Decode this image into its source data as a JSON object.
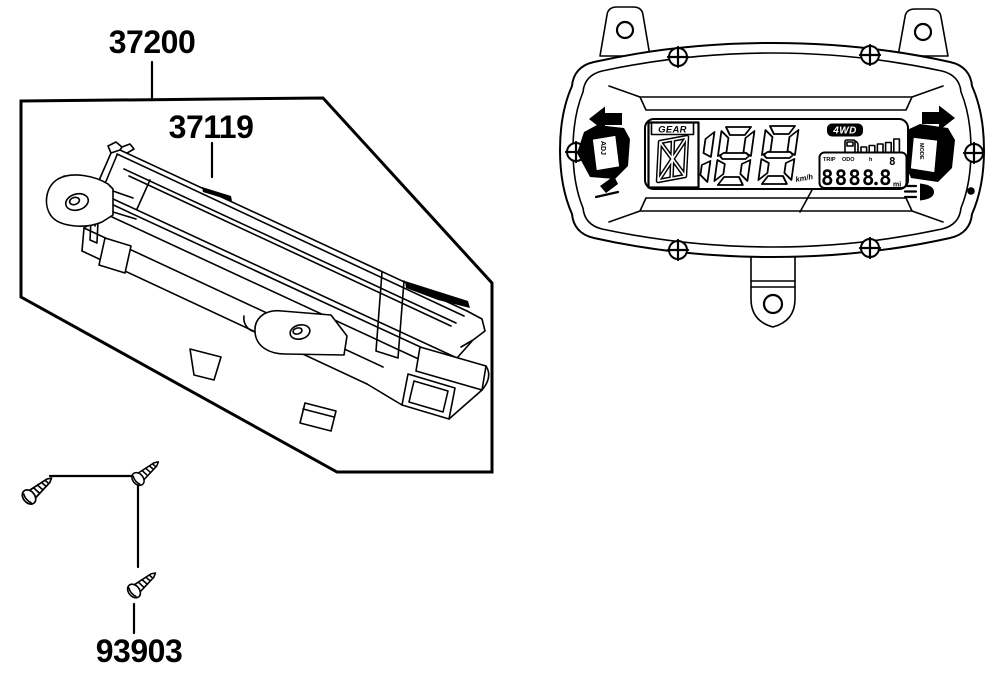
{
  "page": {
    "background": "#ffffff",
    "ink": "#000000"
  },
  "part_labels": {
    "assembly": "37200",
    "lens": "37119",
    "screws": "93903"
  },
  "meter": {
    "lcd": {
      "gear_label": "GEAR",
      "gear_indicator_icon": "all-segments-gear-digit",
      "speed_value": "188",
      "speed_unit": "km/h",
      "drive_badge": "4WD",
      "fuel_icon": "fuel-pump-icon",
      "fuel_bars": 5,
      "odometer": {
        "labels": [
          "TRIP",
          "ODO",
          "h"
        ],
        "clock_digit": "8",
        "value_main": "8888",
        "value_decimal": "8",
        "unit": "mi"
      }
    },
    "buttons": {
      "left": "ADJ",
      "right": "MODE"
    },
    "indicator_icons": [
      "left-turn-arrow-icon",
      "right-turn-arrow-icon",
      "headlight-icon",
      "set-reset-icon"
    ]
  }
}
